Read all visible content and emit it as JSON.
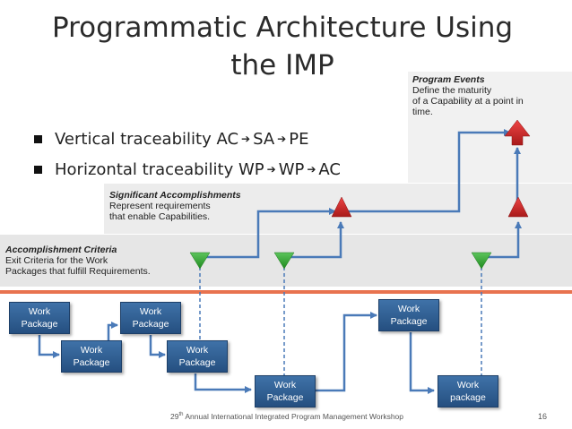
{
  "title": {
    "line1": "Programmatic Architecture Using",
    "line2": "the IMP"
  },
  "bullets": [
    {
      "prefix": "Vertical traceability AC",
      "middle": "SA",
      "suffix": "PE",
      "arrow": "➔"
    },
    {
      "prefix": "Horizontal traceability WP",
      "middle": "WP",
      "suffix": "AC",
      "arrow": "➔"
    }
  ],
  "program_events": {
    "heading": "Program Events",
    "lines": [
      "Define the maturity",
      "of a Capability at a point in",
      "time."
    ]
  },
  "significant_accomplishments": {
    "heading": "Significant Accomplishments",
    "lines": [
      "Represent requirements",
      "that enable Capabilities."
    ]
  },
  "accomplishment_criteria": {
    "heading": "Accomplishment Criteria",
    "lines": [
      "Exit Criteria for the Work",
      "Packages that fulfill Requirements."
    ]
  },
  "work_packages": [
    {
      "line1": "Work",
      "line2": "Package"
    },
    {
      "line1": "Work",
      "line2": "Package"
    },
    {
      "line1": "Work",
      "line2": "Package"
    },
    {
      "line1": "Work",
      "line2": "Package"
    },
    {
      "line1": "Work",
      "line2": "Package"
    },
    {
      "line1": "Work",
      "line2": "Package"
    },
    {
      "line1": "Work",
      "line2": "package"
    }
  ],
  "footer": {
    "ordinal_num": "29",
    "ordinal_suffix": "th",
    "text": " Annual International Integrated Program Management Workshop",
    "page_number": "16"
  },
  "colors": {
    "accent_orange": "#e8734f",
    "wp_blue": "#2f5f94",
    "flow_line": "#4a7ab8",
    "ac_green": "#3aa83a",
    "sa_red": "#d32a2a"
  },
  "icons": {
    "ac_marker": "green-down-triangle-icon",
    "sa_marker": "red-up-triangle-icon",
    "pe_marker": "red-up-arrow-icon"
  }
}
